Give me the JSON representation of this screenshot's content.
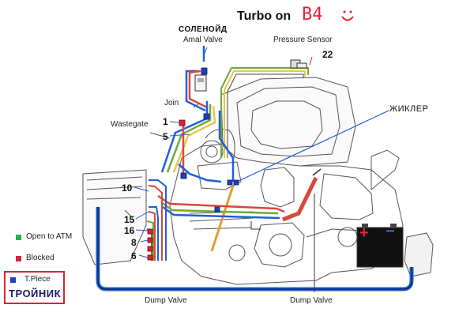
{
  "title": {
    "prefix": "Turbo on",
    "code": "B4"
  },
  "labels": {
    "solenoid_ru": "СОЛЕНОЙД",
    "amal_valve": "Amal Valve",
    "pressure_sensor": "Pressure Sensor",
    "join": "Join",
    "wastegate": "Wastegate",
    "zhikler": "ЖИКЛЕР",
    "dump_valve_left": "Dump Valve",
    "dump_valve_right": "Dump Valve",
    "battery_plus": "+",
    "battery_minus": "−"
  },
  "port_numbers": {
    "n22": "22",
    "n1": "1",
    "n5": "5",
    "n10": "10",
    "n15": "15",
    "n16": "16",
    "n8": "8",
    "n6": "6"
  },
  "legend": {
    "open_to_atm": {
      "label": "Open to ATM",
      "color": "#22b14c"
    },
    "blocked": {
      "label": "Blocked",
      "color": "#d8233a"
    },
    "tpiece": {
      "label": "T.Piece",
      "color": "#1f3fbf",
      "label_ru": "ТРОЙНИК"
    }
  },
  "colors": {
    "hose_blue": "#1f5fd8",
    "hose_red": "#d8493a",
    "hose_green": "#6fa83a",
    "hose_yellow": "#e2c94a",
    "hose_orange": "#e69a3a",
    "engine_lines": "#555555"
  }
}
